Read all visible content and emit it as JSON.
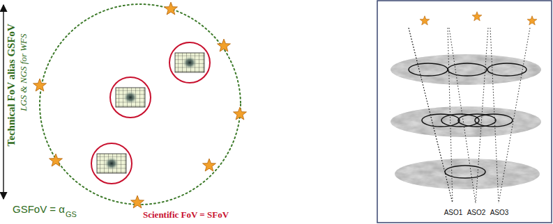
{
  "diagram": {
    "labels": [
      "Technical FoV alias GSFoV",
      "LGS & NGS for WFS",
      "GSFoV = α",
      "GS",
      "Scientific FoV = SFoV",
      "ASO1",
      "ASO2",
      "ASO3"
    ]
  }
}
